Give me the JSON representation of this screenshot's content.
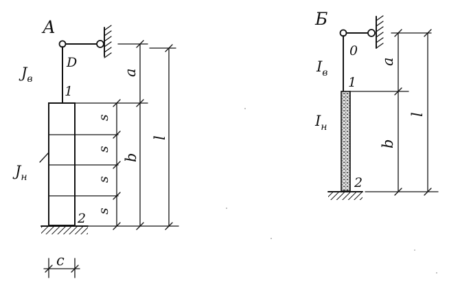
{
  "figure_a": {
    "label": "А",
    "upper_segment_moment": "J",
    "upper_segment_sub": "в",
    "lower_segment_moment": "J",
    "lower_segment_sub": "н",
    "node_top": "D",
    "node_1": "1",
    "node_2": "2",
    "dim_a": "a",
    "dim_b": "b",
    "dim_l": "l",
    "dim_s": [
      "s",
      "s",
      "s",
      "s"
    ],
    "dim_c": "c"
  },
  "figure_b": {
    "label": "Б",
    "upper_segment_moment": "I",
    "upper_segment_sub": "в",
    "lower_segment_moment": "I",
    "lower_segment_sub": "н",
    "node_top": "0",
    "node_1": "1",
    "node_2": "2",
    "dim_a": "a",
    "dim_b": "b",
    "dim_l": "l"
  },
  "colors": {
    "ink": "#111111",
    "paper": "#ffffff"
  }
}
